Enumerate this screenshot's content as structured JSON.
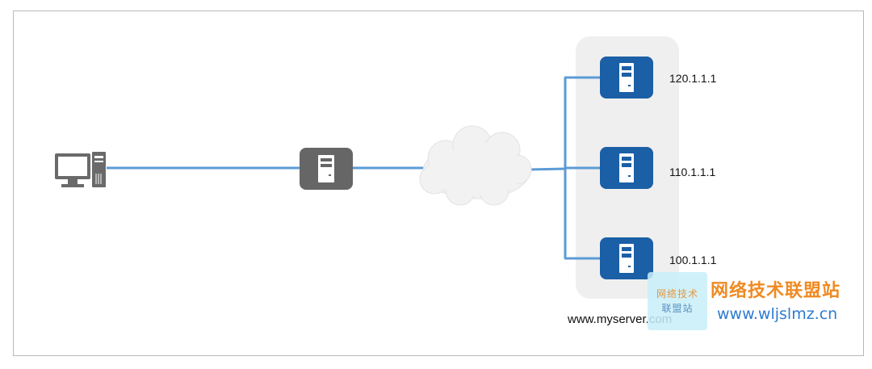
{
  "diagram": {
    "servers": [
      {
        "ip": "120.1.1.1"
      },
      {
        "ip": "110.1.1.1"
      },
      {
        "ip": "100.1.1.1"
      }
    ],
    "domain": "www.myserver.com"
  },
  "watermark": {
    "box_line1": "网络技术",
    "box_line2": "联盟站",
    "title": "网络技术联盟站",
    "url": "www.wljslmz.cn"
  },
  "colors": {
    "link": "#5b9bd5",
    "server_blue": "#1b5fa6",
    "server_gray": "#666666",
    "cloud": "#f2f2f2",
    "cluster_bg": "#efefef",
    "watermark_orange": "#f08a21",
    "watermark_blue": "#2e7bd0"
  },
  "icons": [
    "desktop-computer-icon",
    "firewall-server-icon",
    "cloud-icon",
    "server-icon"
  ]
}
